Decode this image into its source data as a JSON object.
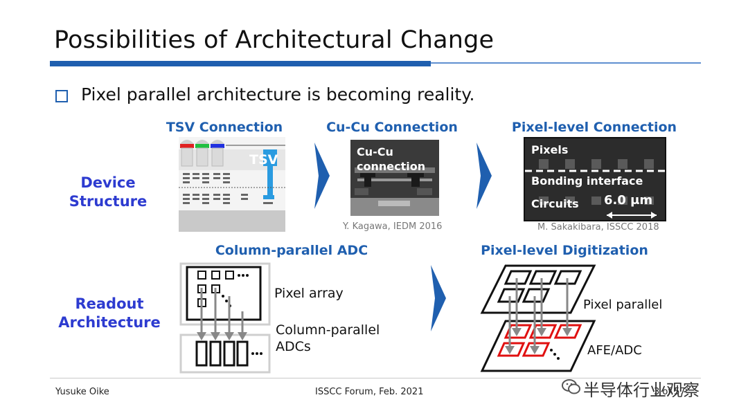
{
  "slide": {
    "title": "Possibilities of Architectural Change",
    "bullet": "Pixel parallel architecture is becoming reality."
  },
  "device_structure": {
    "row_label_line1": "Device",
    "row_label_line2": "Structure",
    "tsv": {
      "header": "TSV Connection",
      "tag": "TSV"
    },
    "cucu": {
      "header": "Cu-Cu Connection",
      "label_line1": "Cu-Cu",
      "label_line2": "connection",
      "citation": "Y. Kagawa, IEDM 2016"
    },
    "pixel_level": {
      "header": "Pixel-level Connection",
      "pixels": "Pixels",
      "bonding": "Bonding interface",
      "circuits": "Circuits",
      "scale": "6.0 μm",
      "citation": "M. Sakakibara, ISSCC 2018"
    }
  },
  "readout_architecture": {
    "row_label_line1": "Readout",
    "row_label_line2": "Architecture",
    "column_parallel": {
      "header": "Column-parallel ADC",
      "pixel_array": "Pixel array",
      "adcs_line1": "Column-parallel",
      "adcs_line2": "ADCs"
    },
    "pixel_digitization": {
      "header": "Pixel-level Digitization",
      "pixel_parallel": "Pixel parallel",
      "afe_adc": "AFE/ADC"
    }
  },
  "footer": {
    "author": "Yusuke Oike",
    "event": "ISSCC Forum, Feb. 2021",
    "page": "3 of 57",
    "watermark": "半导体行业观察"
  },
  "colors": {
    "accent_blue": "#1f5faf",
    "row_label_blue": "#2d3bd0",
    "red_block": "#e01010",
    "arrow_blue": "#1f5faf"
  }
}
